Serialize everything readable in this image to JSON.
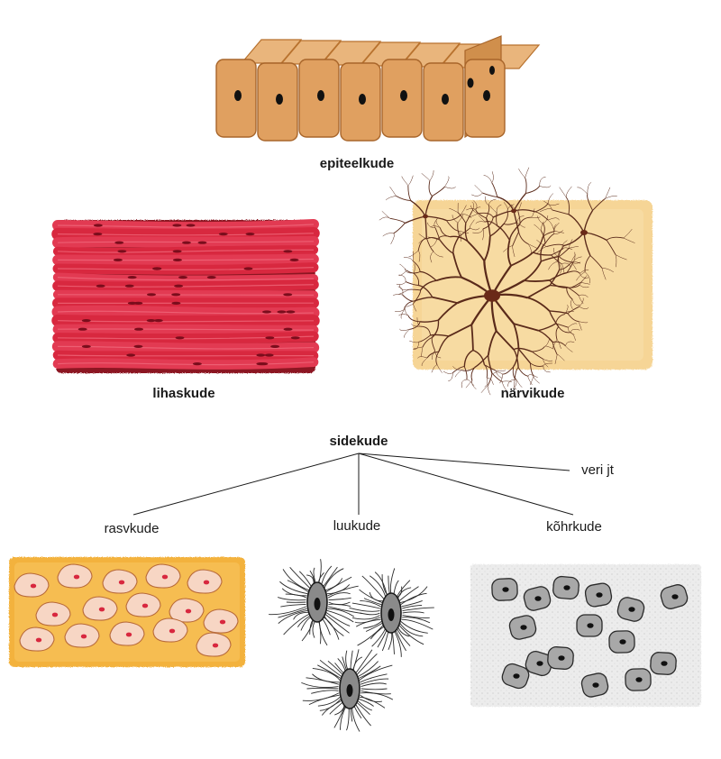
{
  "diagram": {
    "tissues": {
      "epithelial": "epiteelkude",
      "muscle": "lihaskude",
      "nerve": "närvikude",
      "connective": "sidekude"
    },
    "connective_types": {
      "adipose": "rasvkude",
      "bone": "luukude",
      "cartilage": "kõhrkude",
      "blood_etc": "veri jt"
    },
    "colors": {
      "epithelial": "#e0a060",
      "muscle": "#c8243a",
      "nerve": "#f4cf88",
      "adipose": "#f0a830",
      "bone_cells": "#333333",
      "cartilage": "#9a9a9a"
    }
  }
}
